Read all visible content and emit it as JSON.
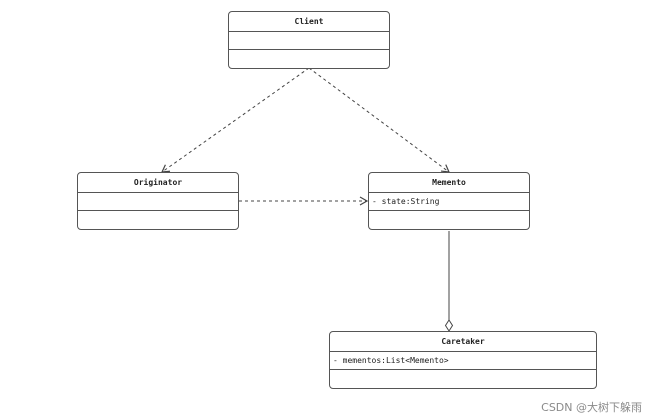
{
  "classes": {
    "client": {
      "name": "Client",
      "attributes": ""
    },
    "originator": {
      "name": "Originator",
      "attributes": ""
    },
    "memento": {
      "name": "Memento",
      "attributes": "- state:String"
    },
    "caretaker": {
      "name": "Caretaker",
      "attributes": "- mementos:List<Memento>"
    }
  },
  "relations": [
    {
      "from": "Client",
      "to": "Originator",
      "style": "dashed",
      "head": "open-arrow"
    },
    {
      "from": "Client",
      "to": "Memento",
      "style": "dashed",
      "head": "open-arrow"
    },
    {
      "from": "Originator",
      "to": "Memento",
      "style": "dashed",
      "head": "open-arrow"
    },
    {
      "from": "Caretaker",
      "to": "Memento",
      "style": "solid",
      "head": "hollow-diamond"
    }
  ],
  "watermark": "CSDN @大树下躲雨",
  "colors": {
    "stroke": "#555555",
    "connector": "#444444",
    "text": "#222222",
    "watermark": "#8a8a8a"
  }
}
